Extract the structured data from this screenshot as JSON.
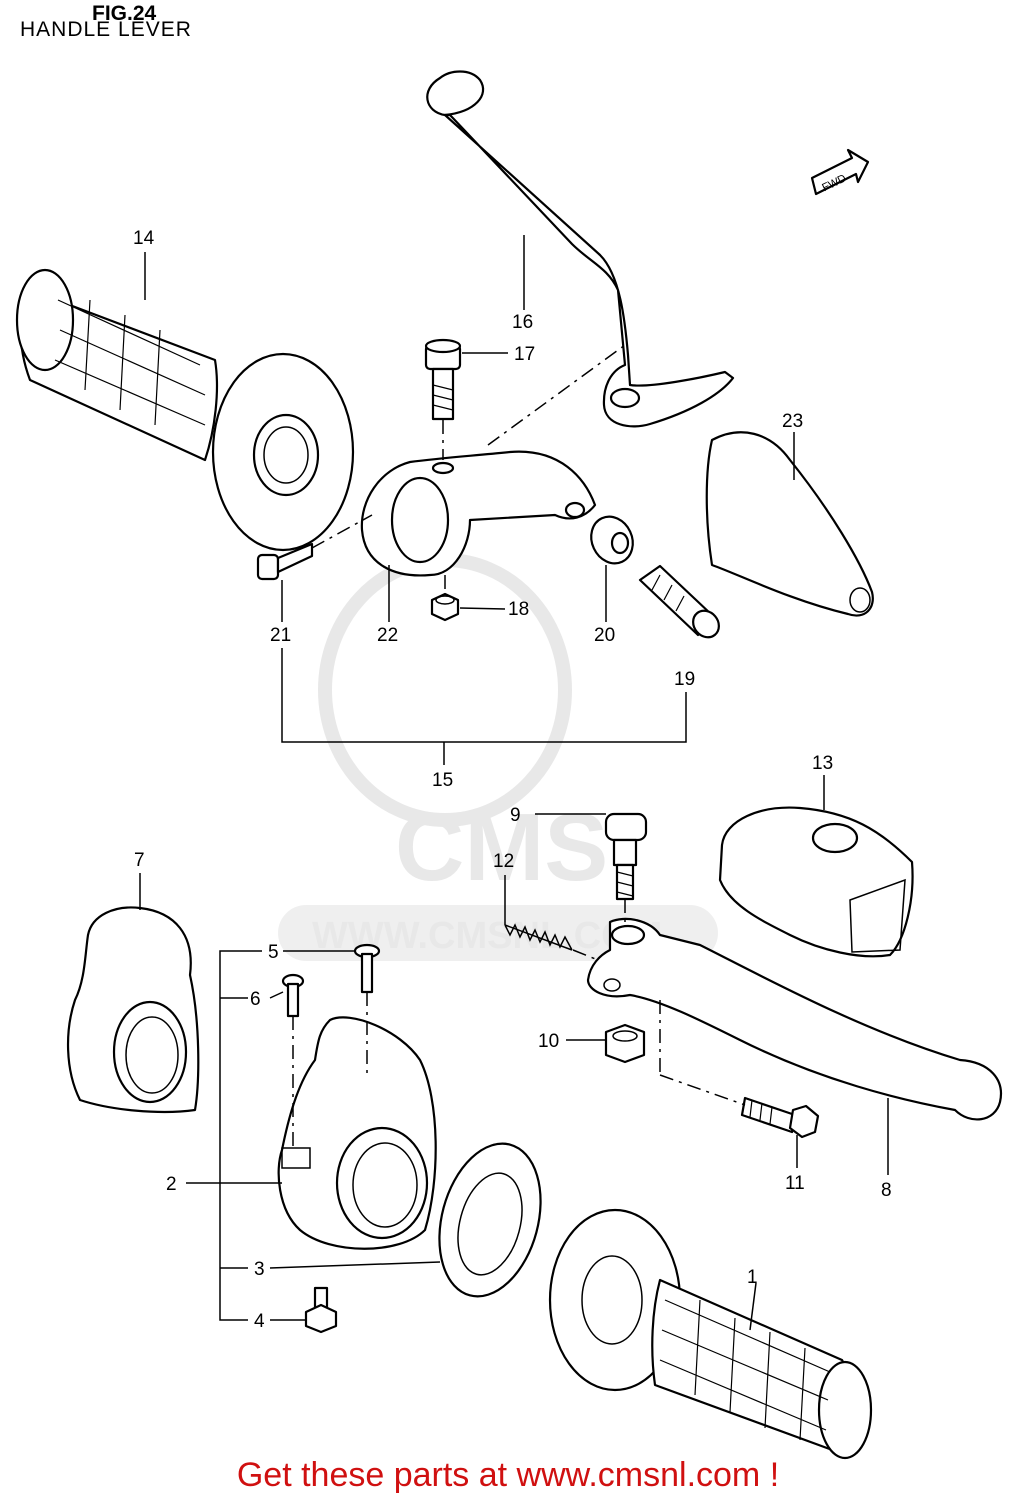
{
  "figure": {
    "title": "FIG.24",
    "subtitle": "HANDLE LEVER"
  },
  "direction_badge": "FWD",
  "watermark": {
    "logo_text": "CMS",
    "url_text": "WWW.CMSNL.COM"
  },
  "callouts": [
    "1",
    "2",
    "3",
    "4",
    "5",
    "6",
    "7",
    "8",
    "9",
    "10",
    "11",
    "12",
    "13",
    "14",
    "15",
    "16",
    "17",
    "18",
    "19",
    "20",
    "21",
    "22",
    "23"
  ],
  "footer": {
    "text": "Get these parts at www.cmsnl.com !",
    "color": "#d01010"
  }
}
